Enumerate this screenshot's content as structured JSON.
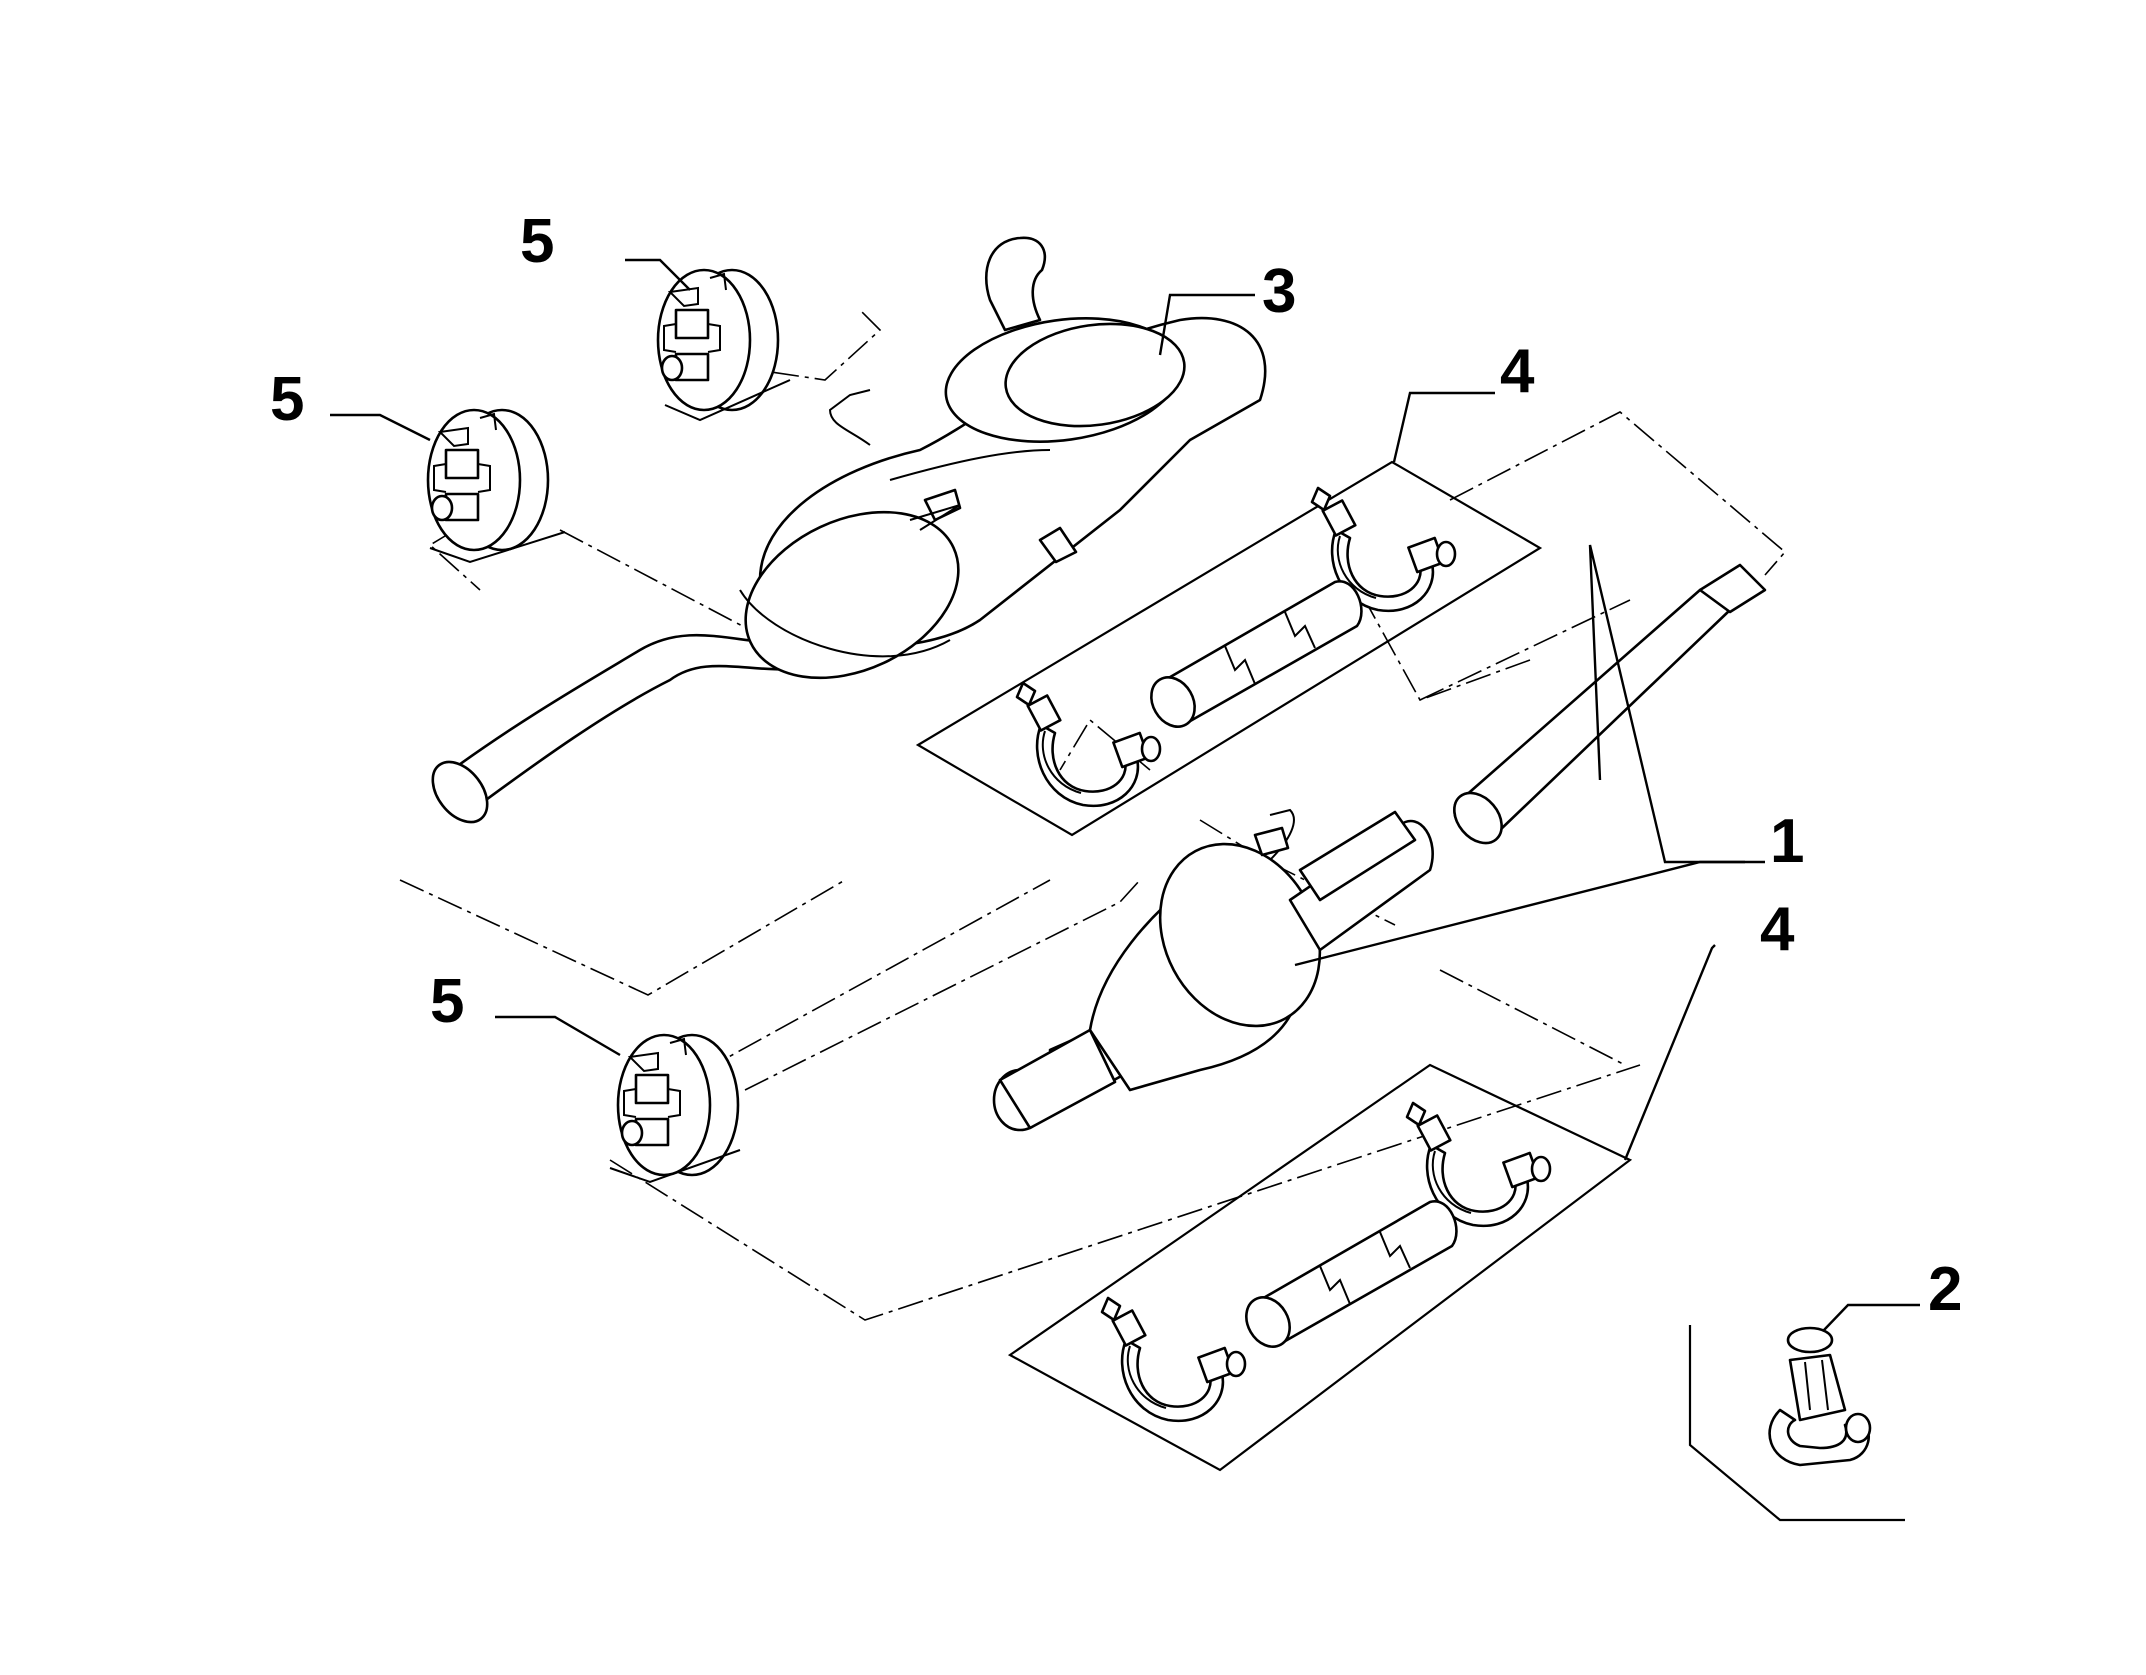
{
  "diagram": {
    "callouts": [
      {
        "id": "c1",
        "label": "1"
      },
      {
        "id": "c2",
        "label": "2"
      },
      {
        "id": "c3",
        "label": "3"
      },
      {
        "id": "c4a",
        "label": "4"
      },
      {
        "id": "c4b",
        "label": "4"
      },
      {
        "id": "c5a",
        "label": "5"
      },
      {
        "id": "c5b",
        "label": "5"
      },
      {
        "id": "c5c",
        "label": "5"
      }
    ],
    "parts": [
      {
        "callout": "1",
        "icon": "exhaust-pipe-with-catalytic-converter-icon"
      },
      {
        "callout": "2",
        "icon": "sensor-connector-clip-icon"
      },
      {
        "callout": "3",
        "icon": "rear-muffler-icon"
      },
      {
        "callout": "4",
        "icon": "pipe-clamp-kit-icon"
      },
      {
        "callout": "5",
        "icon": "rubber-hanger-mount-icon"
      }
    ],
    "colors": {
      "line": "#000000",
      "background": "#ffffff"
    }
  }
}
